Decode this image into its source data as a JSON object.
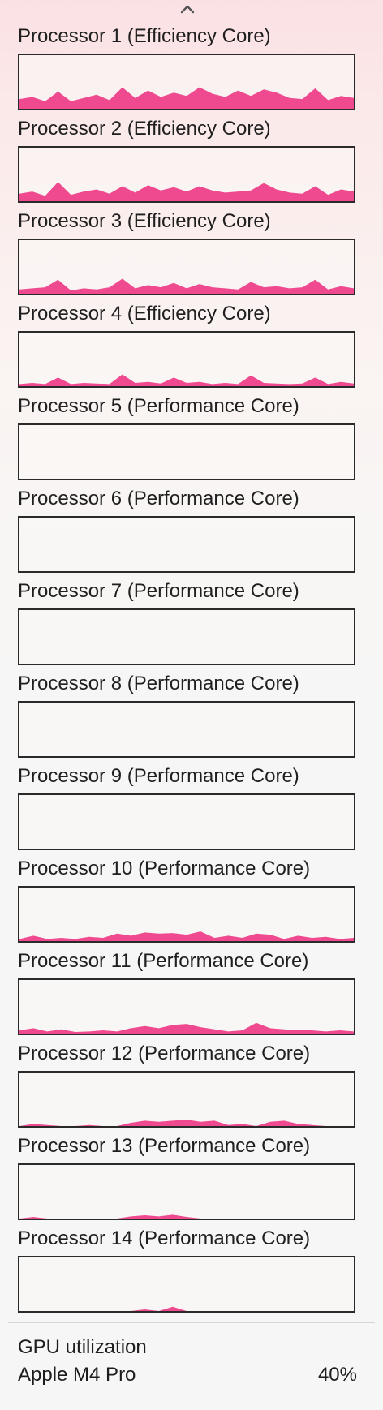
{
  "colors": {
    "accent": "#ef4a8f",
    "border": "#2a2a2a"
  },
  "icons": {
    "collapse": "chevron-up-icon"
  },
  "processors": [
    {
      "label": "Processor 1 (Efficiency Core)",
      "load": [
        0.18,
        0.22,
        0.14,
        0.32,
        0.14,
        0.2,
        0.26,
        0.16,
        0.4,
        0.2,
        0.34,
        0.22,
        0.3,
        0.24,
        0.4,
        0.28,
        0.22,
        0.34,
        0.24,
        0.36,
        0.3,
        0.2,
        0.18,
        0.38,
        0.16,
        0.24,
        0.2
      ]
    },
    {
      "label": "Processor 2 (Efficiency Core)",
      "load": [
        0.14,
        0.18,
        0.1,
        0.36,
        0.12,
        0.18,
        0.22,
        0.14,
        0.28,
        0.16,
        0.3,
        0.2,
        0.26,
        0.18,
        0.28,
        0.2,
        0.16,
        0.18,
        0.2,
        0.34,
        0.22,
        0.16,
        0.14,
        0.28,
        0.12,
        0.22,
        0.18
      ]
    },
    {
      "label": "Processor 3 (Efficiency Core)",
      "load": [
        0.08,
        0.1,
        0.12,
        0.26,
        0.06,
        0.1,
        0.08,
        0.12,
        0.28,
        0.1,
        0.16,
        0.12,
        0.2,
        0.1,
        0.18,
        0.12,
        0.1,
        0.08,
        0.22,
        0.12,
        0.14,
        0.1,
        0.12,
        0.26,
        0.08,
        0.14,
        0.1
      ]
    },
    {
      "label": "Processor 4 (Efficiency Core)",
      "load": [
        0.04,
        0.06,
        0.04,
        0.16,
        0.04,
        0.06,
        0.05,
        0.04,
        0.22,
        0.06,
        0.08,
        0.05,
        0.16,
        0.06,
        0.08,
        0.04,
        0.06,
        0.04,
        0.2,
        0.06,
        0.05,
        0.04,
        0.05,
        0.16,
        0.04,
        0.08,
        0.05
      ]
    },
    {
      "label": "Processor 5 (Performance Core)",
      "load": []
    },
    {
      "label": "Processor 6 (Performance Core)",
      "load": []
    },
    {
      "label": "Processor 7 (Performance Core)",
      "load": []
    },
    {
      "label": "Processor 8 (Performance Core)",
      "load": []
    },
    {
      "label": "Processor 9 (Performance Core)",
      "load": []
    },
    {
      "label": "Processor 10 (Performance Core)",
      "load": [
        0.04,
        0.1,
        0.04,
        0.06,
        0.04,
        0.08,
        0.06,
        0.14,
        0.1,
        0.16,
        0.14,
        0.15,
        0.12,
        0.18,
        0.06,
        0.1,
        0.06,
        0.14,
        0.12,
        0.04,
        0.1,
        0.06,
        0.08,
        0.04,
        0.06
      ]
    },
    {
      "label": "Processor 11 (Performance Core)",
      "load": [
        0.06,
        0.1,
        0.04,
        0.08,
        0.03,
        0.04,
        0.06,
        0.04,
        0.1,
        0.14,
        0.1,
        0.16,
        0.18,
        0.12,
        0.08,
        0.04,
        0.06,
        0.2,
        0.1,
        0.08,
        0.06,
        0.06,
        0.04,
        0.06,
        0.04
      ]
    },
    {
      "label": "Processor 12 (Performance Core)",
      "load": [
        0.0,
        0.04,
        0.02,
        0.0,
        0.0,
        0.02,
        0.0,
        0.0,
        0.06,
        0.1,
        0.08,
        0.1,
        0.12,
        0.08,
        0.1,
        0.02,
        0.04,
        0.0,
        0.08,
        0.1,
        0.04,
        0.02,
        0.0,
        0.0,
        0.0
      ]
    },
    {
      "label": "Processor 13 (Performance Core)",
      "load": [
        0.0,
        0.03,
        0.0,
        0.0,
        0.0,
        0.0,
        0.0,
        0.0,
        0.04,
        0.06,
        0.04,
        0.07,
        0.03,
        0.0,
        0.0,
        0.0,
        0.0,
        0.0,
        0.0,
        0.0,
        0.0,
        0.0,
        0.0,
        0.0,
        0.0
      ]
    },
    {
      "label": "Processor 14 (Performance Core)",
      "load": [
        0.0,
        0.0,
        0.0,
        0.0,
        0.0,
        0.0,
        0.0,
        0.0,
        0.0,
        0.03,
        0.0,
        0.08,
        0.0,
        0.0,
        0.0,
        0.0,
        0.0,
        0.0,
        0.0,
        0.0,
        0.0,
        0.0,
        0.0,
        0.0,
        0.0
      ]
    }
  ],
  "gpu": {
    "title": "GPU utilization",
    "name": "Apple M4 Pro",
    "value": "40%"
  }
}
